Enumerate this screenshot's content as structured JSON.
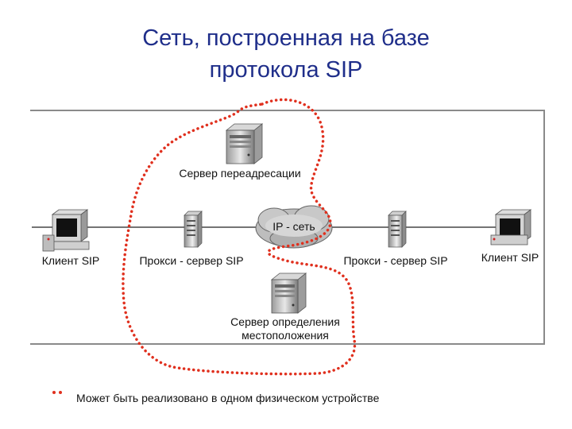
{
  "title": {
    "line1": "Сеть, построенная на базе",
    "line2": "протокола SIP"
  },
  "nodes": {
    "redirect_server": "Сервер переадресации",
    "client_left": "Клиент SIP",
    "proxy_left": "Прокси - сервер SIP",
    "ip_network": "IP - сеть",
    "proxy_right": "Прокси - сервер SIP",
    "client_right": "Клиент SIP",
    "location_server_line1": "Сервер определения",
    "location_server_line2": "местоположения"
  },
  "legend": {
    "text": "Может быть реализовано в одном физическом устройстве"
  },
  "colors": {
    "title": "#1f2e8a",
    "dotted_boundary": "#e0301e",
    "frame": "#8a8a8a",
    "line": "#222222"
  }
}
